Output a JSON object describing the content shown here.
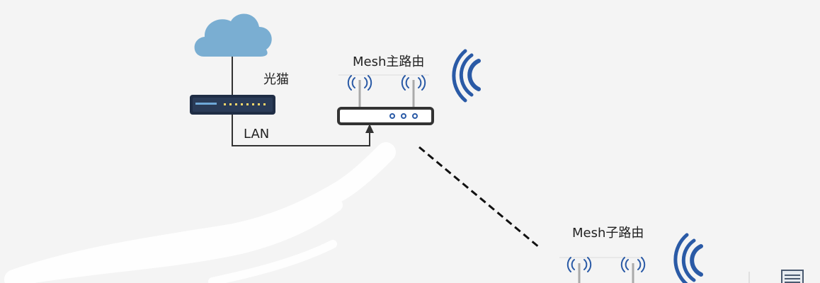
{
  "labels": {
    "modem": "光猫",
    "lan": "LAN",
    "main_router": "Mesh主路由",
    "sub_router": "Mesh子路由"
  },
  "colors": {
    "background": "#f4f4f4",
    "cloud": "#7aaed2",
    "device_body": "#1f2d45",
    "device_face": "#2a3b57",
    "router_body": "#ffffff",
    "router_outline": "#333333",
    "wifi": "#2a5aa6",
    "wire": "#333333",
    "text": "#222222"
  },
  "icons": {
    "internet": "cloud-icon",
    "modem": "modem-icon",
    "main_router": "router-icon",
    "sub_router": "router-icon",
    "wifi": "wifi-signal-icon",
    "corner": "document-icon"
  },
  "links": {
    "modem_to_main": "LAN",
    "main_to_sub": "wireless-mesh-backhaul"
  }
}
